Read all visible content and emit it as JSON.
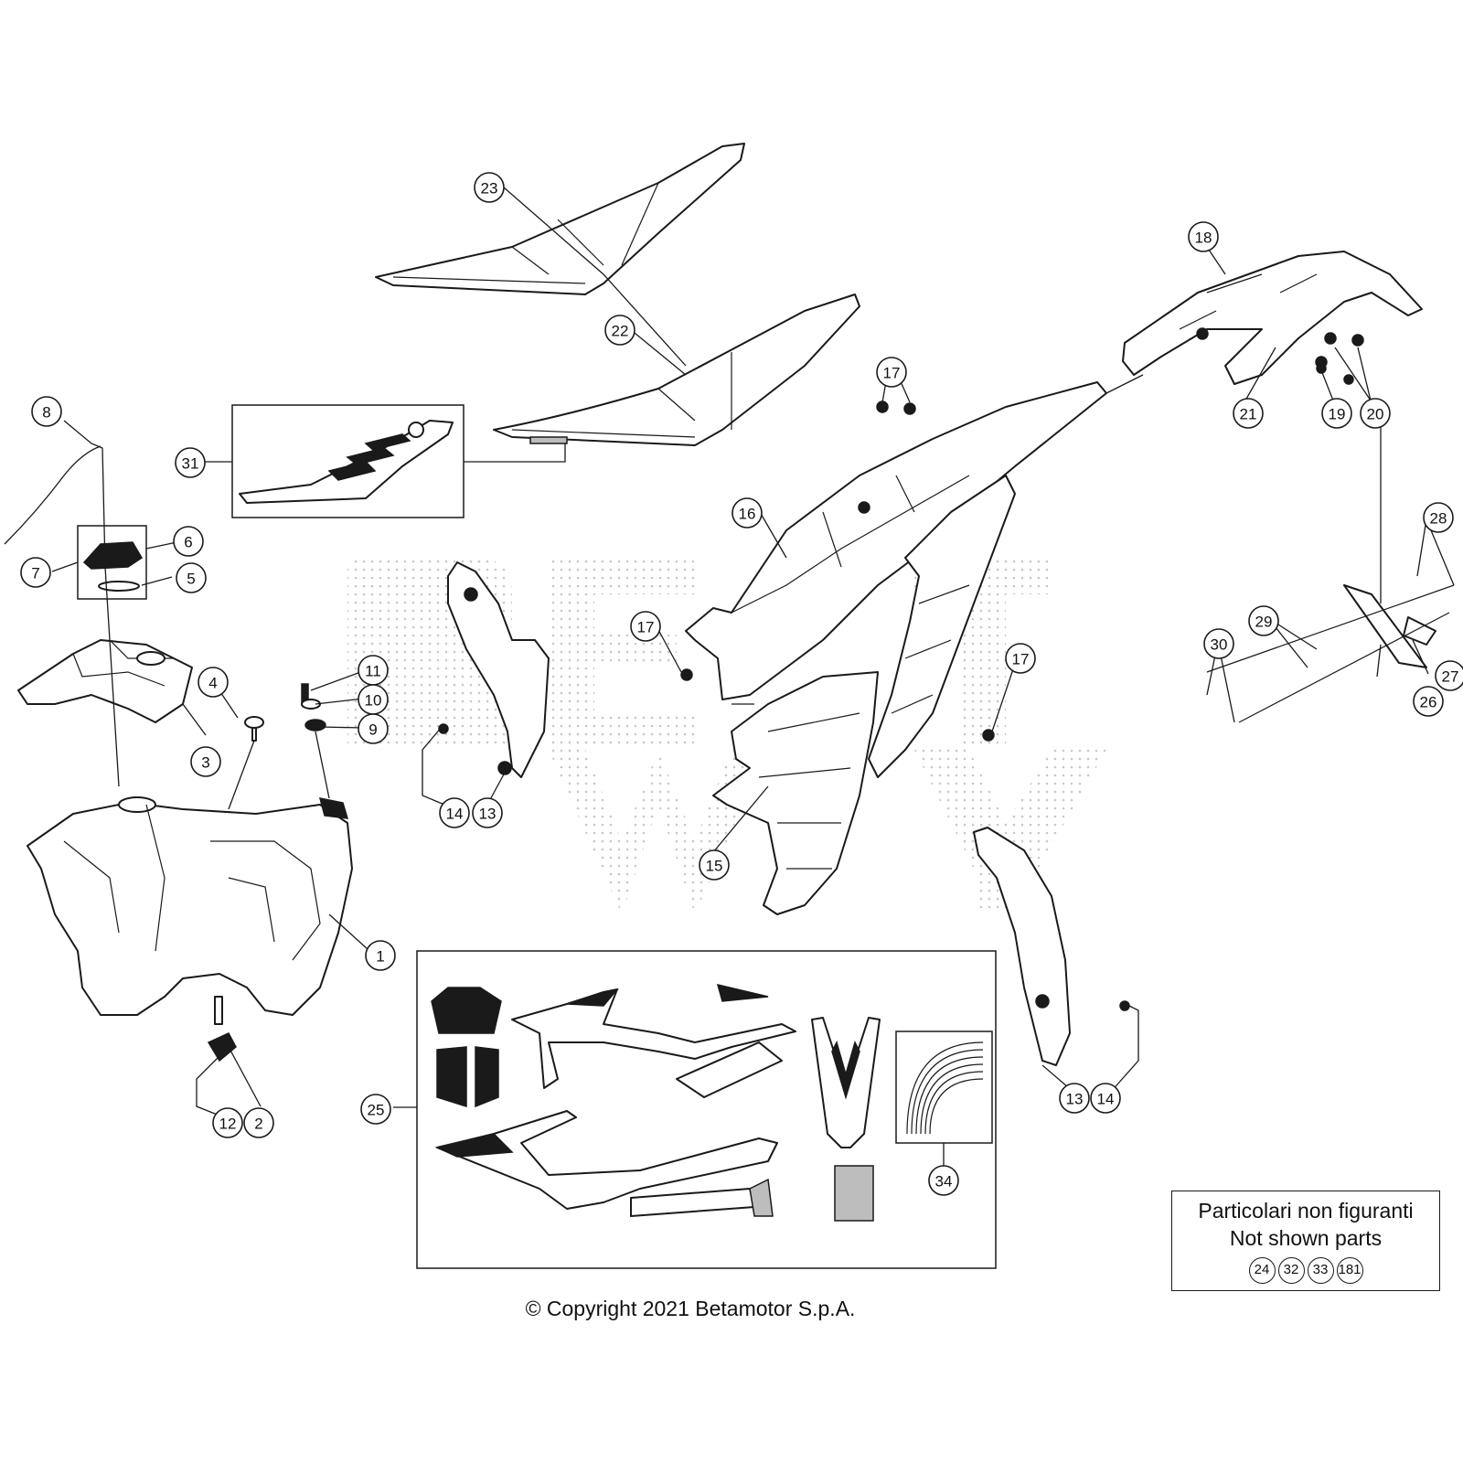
{
  "callouts": [
    "23",
    "22",
    "31",
    "18",
    "17",
    "16",
    "17",
    "17",
    "21",
    "19",
    "20",
    "28",
    "29",
    "30",
    "27",
    "26",
    "8",
    "6",
    "7",
    "5",
    "4",
    "3",
    "11",
    "10",
    "9",
    "14",
    "13",
    "15",
    "1",
    "12",
    "2",
    "13",
    "14",
    "25",
    "34"
  ],
  "not_shown": {
    "line1": "Particolari non figuranti",
    "line2": "Not shown parts",
    "refs": [
      "24",
      "32",
      "33",
      "181"
    ]
  },
  "copyright": "© Copyright 2021 Betamotor S.p.A.",
  "watermark": "BETA"
}
